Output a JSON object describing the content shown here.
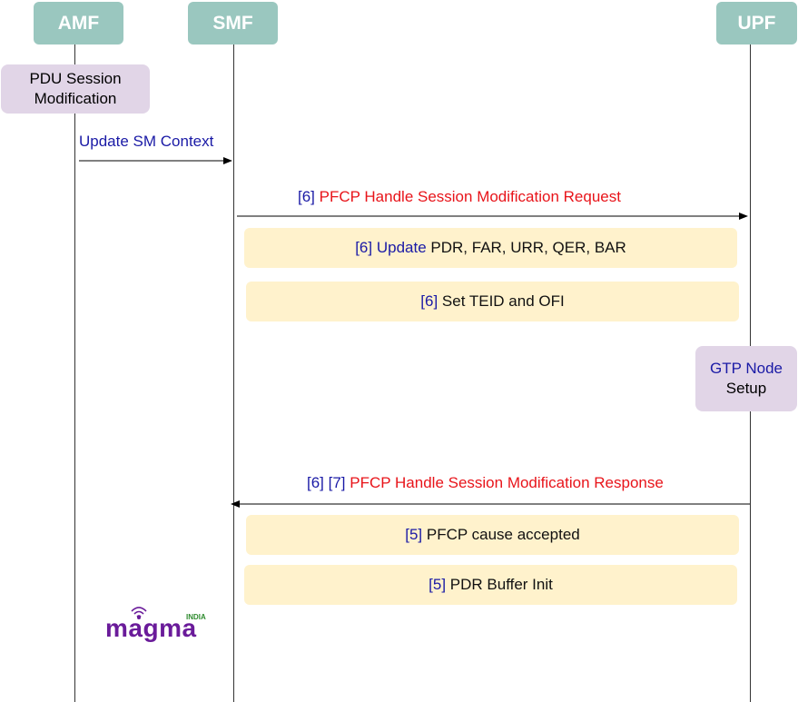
{
  "actors": {
    "amf": "AMF",
    "smf": "SMF",
    "upf": "UPF"
  },
  "notes": {
    "pdu_session": [
      "PDU Session",
      "Modification"
    ],
    "gtp_node": {
      "blue": "GTP Node",
      "black": "Setup"
    }
  },
  "messages": {
    "update_sm_context": "Update SM Context",
    "pfcp_request": {
      "ref": "[6]",
      "text": "PFCP Handle Session Modification Request"
    },
    "pfcp_response": {
      "ref": "[6] [7]",
      "text": "PFCP Handle Session Modification Response"
    }
  },
  "steps": [
    {
      "ref": "[6]",
      "blue": "Update",
      "text": "PDR, FAR, URR, QER, BAR"
    },
    {
      "ref": "[6]",
      "blue": "",
      "text": "Set TEID and OFI"
    },
    {
      "ref": "[5]",
      "blue": "",
      "text": "PFCP cause accepted"
    },
    {
      "ref": "[5]",
      "blue": "",
      "text": "PDR Buffer Init"
    }
  ],
  "logo": {
    "text": "magma",
    "tag": "INDIA"
  },
  "colors": {
    "actor": "#9ac7bf",
    "note_purple": "#e1d5e7",
    "step_yellow": "#fff2cc",
    "ref_blue": "#1a1aa6",
    "message_red": "#e8141a"
  }
}
